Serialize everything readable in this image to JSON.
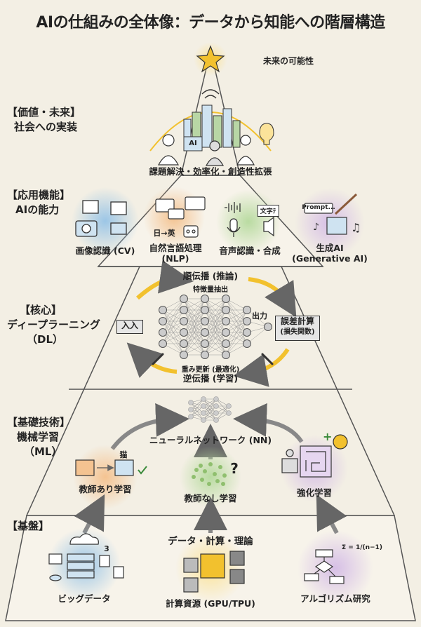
{
  "title": "AIの仕組みの全体像：データから知能への階層構造",
  "levels": {
    "value": [
      "【価値・未来】",
      "社会への実装"
    ],
    "apps": [
      "【応用機能】",
      "AIの能力"
    ],
    "core": [
      "【核心】",
      "ディープラーニング",
      "（DL）"
    ],
    "tech": [
      "【基礎技術】",
      "機械学習",
      "（ML）"
    ],
    "base": [
      "【基盤】"
    ]
  },
  "top": {
    "future": "未来の可能性",
    "solution": "課題解決・効率化・創造性拡張",
    "ai_badge": "AI"
  },
  "apps": {
    "vision": "画像認識 (CV)",
    "nlp": [
      "自然言語処理",
      "(NLP)"
    ],
    "translate": "日→英",
    "speech": "音声認識・合成",
    "speech_bubble": "文字ﾃ",
    "genai": [
      "生成AI",
      "(Generative AI)"
    ],
    "prompt": "Prompt..."
  },
  "core": {
    "forward": "順伝播 (推論)",
    "feature": "特徴量抽出",
    "input": "入入",
    "output": "出力",
    "error": [
      "誤差計算",
      "(損失関数)"
    ],
    "update": "重み更新 (最適化)",
    "backward": "逆伝播 (学習)"
  },
  "tech": {
    "nn": "ニューラルネットワーク (NN)",
    "cat": "猫",
    "supervised": "教師あり学習",
    "unsupervised": "教師なし学習",
    "reinforcement": "強化学習",
    "question": "?"
  },
  "base": {
    "center": "データ・計算・理論",
    "bigdata": "ビッグデータ",
    "compute": "計算資源 (GPU/TPU)",
    "algo": "アルゴリズム研究",
    "num3": "3",
    "formula": "Σ = 1/(n−1)"
  },
  "colors": {
    "accent_yellow": "#f2c12e",
    "blue": "#9cc6e6",
    "orange": "#f4c391",
    "green": "#b9dba1",
    "purple": "#d6bfe6"
  }
}
